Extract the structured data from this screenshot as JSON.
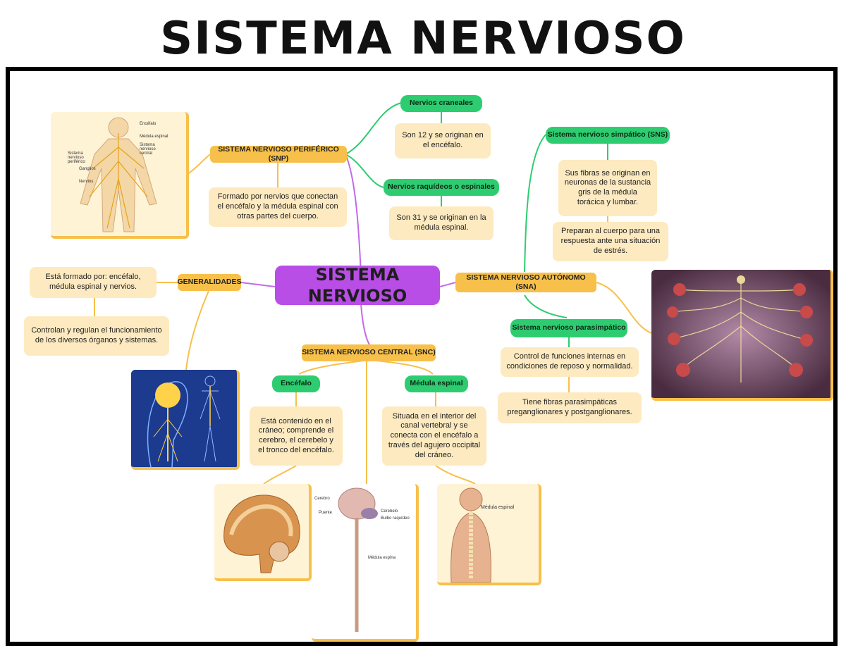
{
  "page_title": "SISTEMA  NERVIOSO",
  "center": "SISTEMA NERVIOSO",
  "snp": {
    "header": "SISTEMA NERVIOSO PERIFÉRICO (SNP)",
    "note": "Formado por nervios que conectan el encéfalo y la médula espinal con otras partes del cuerpo.",
    "craneales": {
      "header": "Nervios craneales",
      "note": "Son 12 y se originan en el encéfalo."
    },
    "raquideos": {
      "header": "Nervios raquídeos o espinales",
      "note": "Son 31 y se originan en la médula espinal."
    },
    "image_labels": [
      "Encéfalo",
      "Médula espinal",
      "Sistema nervioso central",
      "Sistema nervioso periférico",
      "Ganglios",
      "Nervios"
    ]
  },
  "sna": {
    "header": "SISTEMA NERVIOSO AUTÓNOMO (SNA)",
    "simpatico": {
      "header": "Sistema nervioso simpático (SNS)",
      "note1": "Sus fibras se originan en neuronas de la sustancia gris de la médula torácica y lumbar.",
      "note2": "Preparan al cuerpo para una respuesta ante una situación de estrés."
    },
    "parasimpatico": {
      "header": "Sistema nervioso parasimpático",
      "note1": "Control de funciones internas en condiciones de reposo y normalidad.",
      "note2": "Tiene fibras parasimpáticas preganglionares y postganglionares."
    }
  },
  "generalidades": {
    "header": "GENERALIDADES",
    "note1": "Está formado por: encéfalo, médula espinal y nervios.",
    "note2": "Controlan y regulan el funcionamiento de los diversos órganos y sistemas."
  },
  "snc": {
    "header": "SISTEMA NERVIOSO CENTRAL (SNC)",
    "encefalo": {
      "header": "Encéfalo",
      "note": "Está contenido en el cráneo; comprende el cerebro, el cerebelo y el tronco del encéfalo."
    },
    "medula": {
      "header": "Médula espinal",
      "note": "Situada en el interior del canal vertebral y se conecta con el encéfalo a través del agujero occipital del cráneo."
    },
    "brain_labels": [
      "Cerebro",
      "Puente",
      "Cerebelo",
      "Bulbo raquídeo",
      "Médula espina"
    ],
    "spine_label": "Médula espinal"
  },
  "colors": {
    "orange": "#f7c04a",
    "green": "#2ecc71",
    "note": "#fdeac0",
    "center": "#b94ee6"
  }
}
